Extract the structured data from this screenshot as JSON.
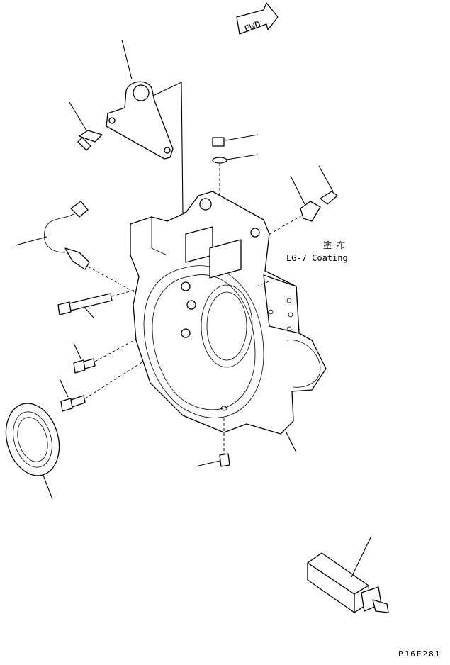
{
  "direction_arrow": {
    "label": "FWD"
  },
  "annotation": {
    "japanese": "塗 布",
    "coating": "LG-7 Coating"
  },
  "figure_code": "PJ6E281"
}
